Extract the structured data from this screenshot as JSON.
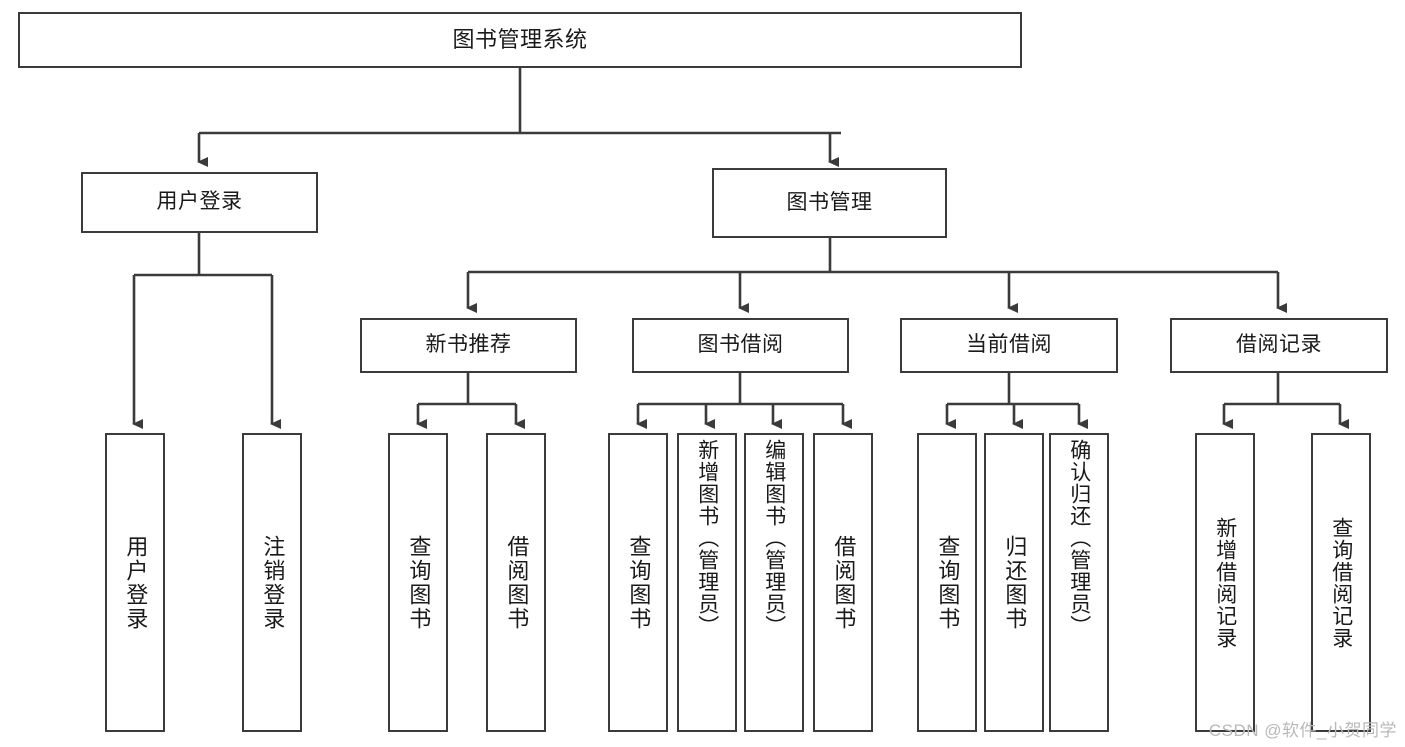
{
  "diagram": {
    "type": "tree-hierarchy-flowchart",
    "title": "图书管理系统",
    "root": {
      "id": "root",
      "label": "图书管理系统"
    },
    "level2": [
      {
        "id": "user-login",
        "label": "用户登录"
      },
      {
        "id": "book-manage",
        "label": "图书管理"
      }
    ],
    "level3": [
      {
        "id": "new-book-rec",
        "label": "新书推荐",
        "parent": "book-manage"
      },
      {
        "id": "book-borrow",
        "label": "图书借阅",
        "parent": "book-manage"
      },
      {
        "id": "current-borrow",
        "label": "当前借阅",
        "parent": "book-manage"
      },
      {
        "id": "borrow-record",
        "label": "借阅记录",
        "parent": "book-manage"
      }
    ],
    "leaves": {
      "user-login": [
        {
          "id": "leaf-user-login",
          "label": "用户登录"
        },
        {
          "id": "leaf-logout-login",
          "label": "注销登录"
        }
      ],
      "new-book-rec": [
        {
          "id": "leaf-query-book-1",
          "label": "查询图书"
        },
        {
          "id": "leaf-borrow-book-1",
          "label": "借阅图书"
        }
      ],
      "book-borrow": [
        {
          "id": "leaf-query-book-2",
          "label": "查询图书"
        },
        {
          "id": "leaf-add-book",
          "label": "新增图书（管理员）"
        },
        {
          "id": "leaf-edit-book",
          "label": "编辑图书（管理员）"
        },
        {
          "id": "leaf-borrow-book-2",
          "label": "借阅图书"
        }
      ],
      "current-borrow": [
        {
          "id": "leaf-query-book-3",
          "label": "查询图书"
        },
        {
          "id": "leaf-return-book",
          "label": "归还图书"
        },
        {
          "id": "leaf-confirm-return",
          "label": "确认归还（管理员）"
        }
      ],
      "borrow-record": [
        {
          "id": "leaf-add-record",
          "label": "新增借阅记录"
        },
        {
          "id": "leaf-query-record",
          "label": "查询借阅记录"
        }
      ]
    }
  },
  "watermark": {
    "text": "CSDN @软件_小贺同学"
  },
  "colors": {
    "stroke": "#3b3b3b",
    "box_fill": "#ffffff",
    "text": "#1a1a1a",
    "watermark": "#b9b9b9",
    "background": "#ffffff"
  }
}
